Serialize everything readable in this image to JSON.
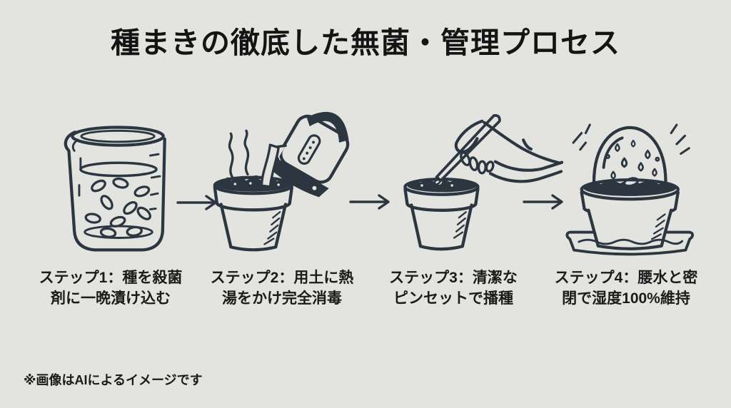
{
  "colors": {
    "bg": "#e3e3df",
    "ink": "#2b3640",
    "text": "#1b1b1b"
  },
  "title": "種まきの徹底した無菌・管理プロセス",
  "note": "※画像はAIによるイメージです",
  "arrow_glyph": "→",
  "steps": [
    {
      "id": 1,
      "icon": "beaker-soaking-seeds-icon",
      "line1": "ステップ1：種を殺菌",
      "line2": "剤に一晩漬け込む"
    },
    {
      "id": 2,
      "icon": "kettle-pouring-hot-water-icon",
      "line1": "ステップ2：用土に熱",
      "line2": "湯をかけ完全消毒"
    },
    {
      "id": 3,
      "icon": "tweezers-sowing-seed-icon",
      "line1": "ステップ3：清潔な",
      "line2": "ピンセットで播種"
    },
    {
      "id": 4,
      "icon": "humidity-dome-bottom-water-icon",
      "line1": "ステップ4：腰水と密",
      "line2": "閉で湿度100%維持"
    }
  ]
}
